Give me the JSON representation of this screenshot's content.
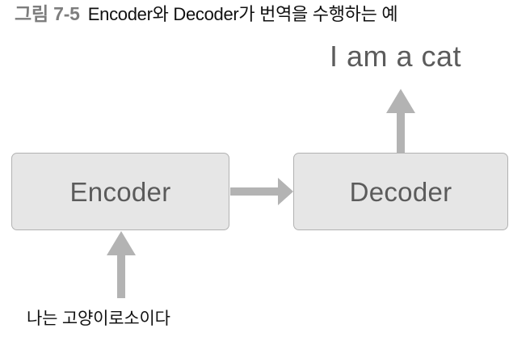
{
  "caption": {
    "number": "그림 7-5",
    "text": "Encoder와 Decoder가 번역을 수행하는 예"
  },
  "diagram": {
    "output_sentence": "I am a cat",
    "input_sentence": "나는 고양이로소이다",
    "nodes": [
      {
        "id": "encoder",
        "label": "Encoder"
      },
      {
        "id": "decoder",
        "label": "Decoder"
      }
    ],
    "arrows": [
      {
        "id": "input-to-encoder",
        "direction": "up",
        "from": "나는 고양이로소이다",
        "to": "Encoder"
      },
      {
        "id": "encoder-to-decoder",
        "direction": "right",
        "from": "Encoder",
        "to": "Decoder"
      },
      {
        "id": "decoder-to-output",
        "direction": "up",
        "from": "Decoder",
        "to": "I am a cat"
      }
    ]
  },
  "colors": {
    "caption_number": "#7d7d7d",
    "caption_text": "#101010",
    "box_fill": "#e6e6e6",
    "box_border": "#b2b2b2",
    "box_label": "#5b5b5b",
    "arrow": "#b3b3b3",
    "output_text": "#5c5c5c",
    "input_text": "#121212",
    "background": "#ffffff"
  }
}
